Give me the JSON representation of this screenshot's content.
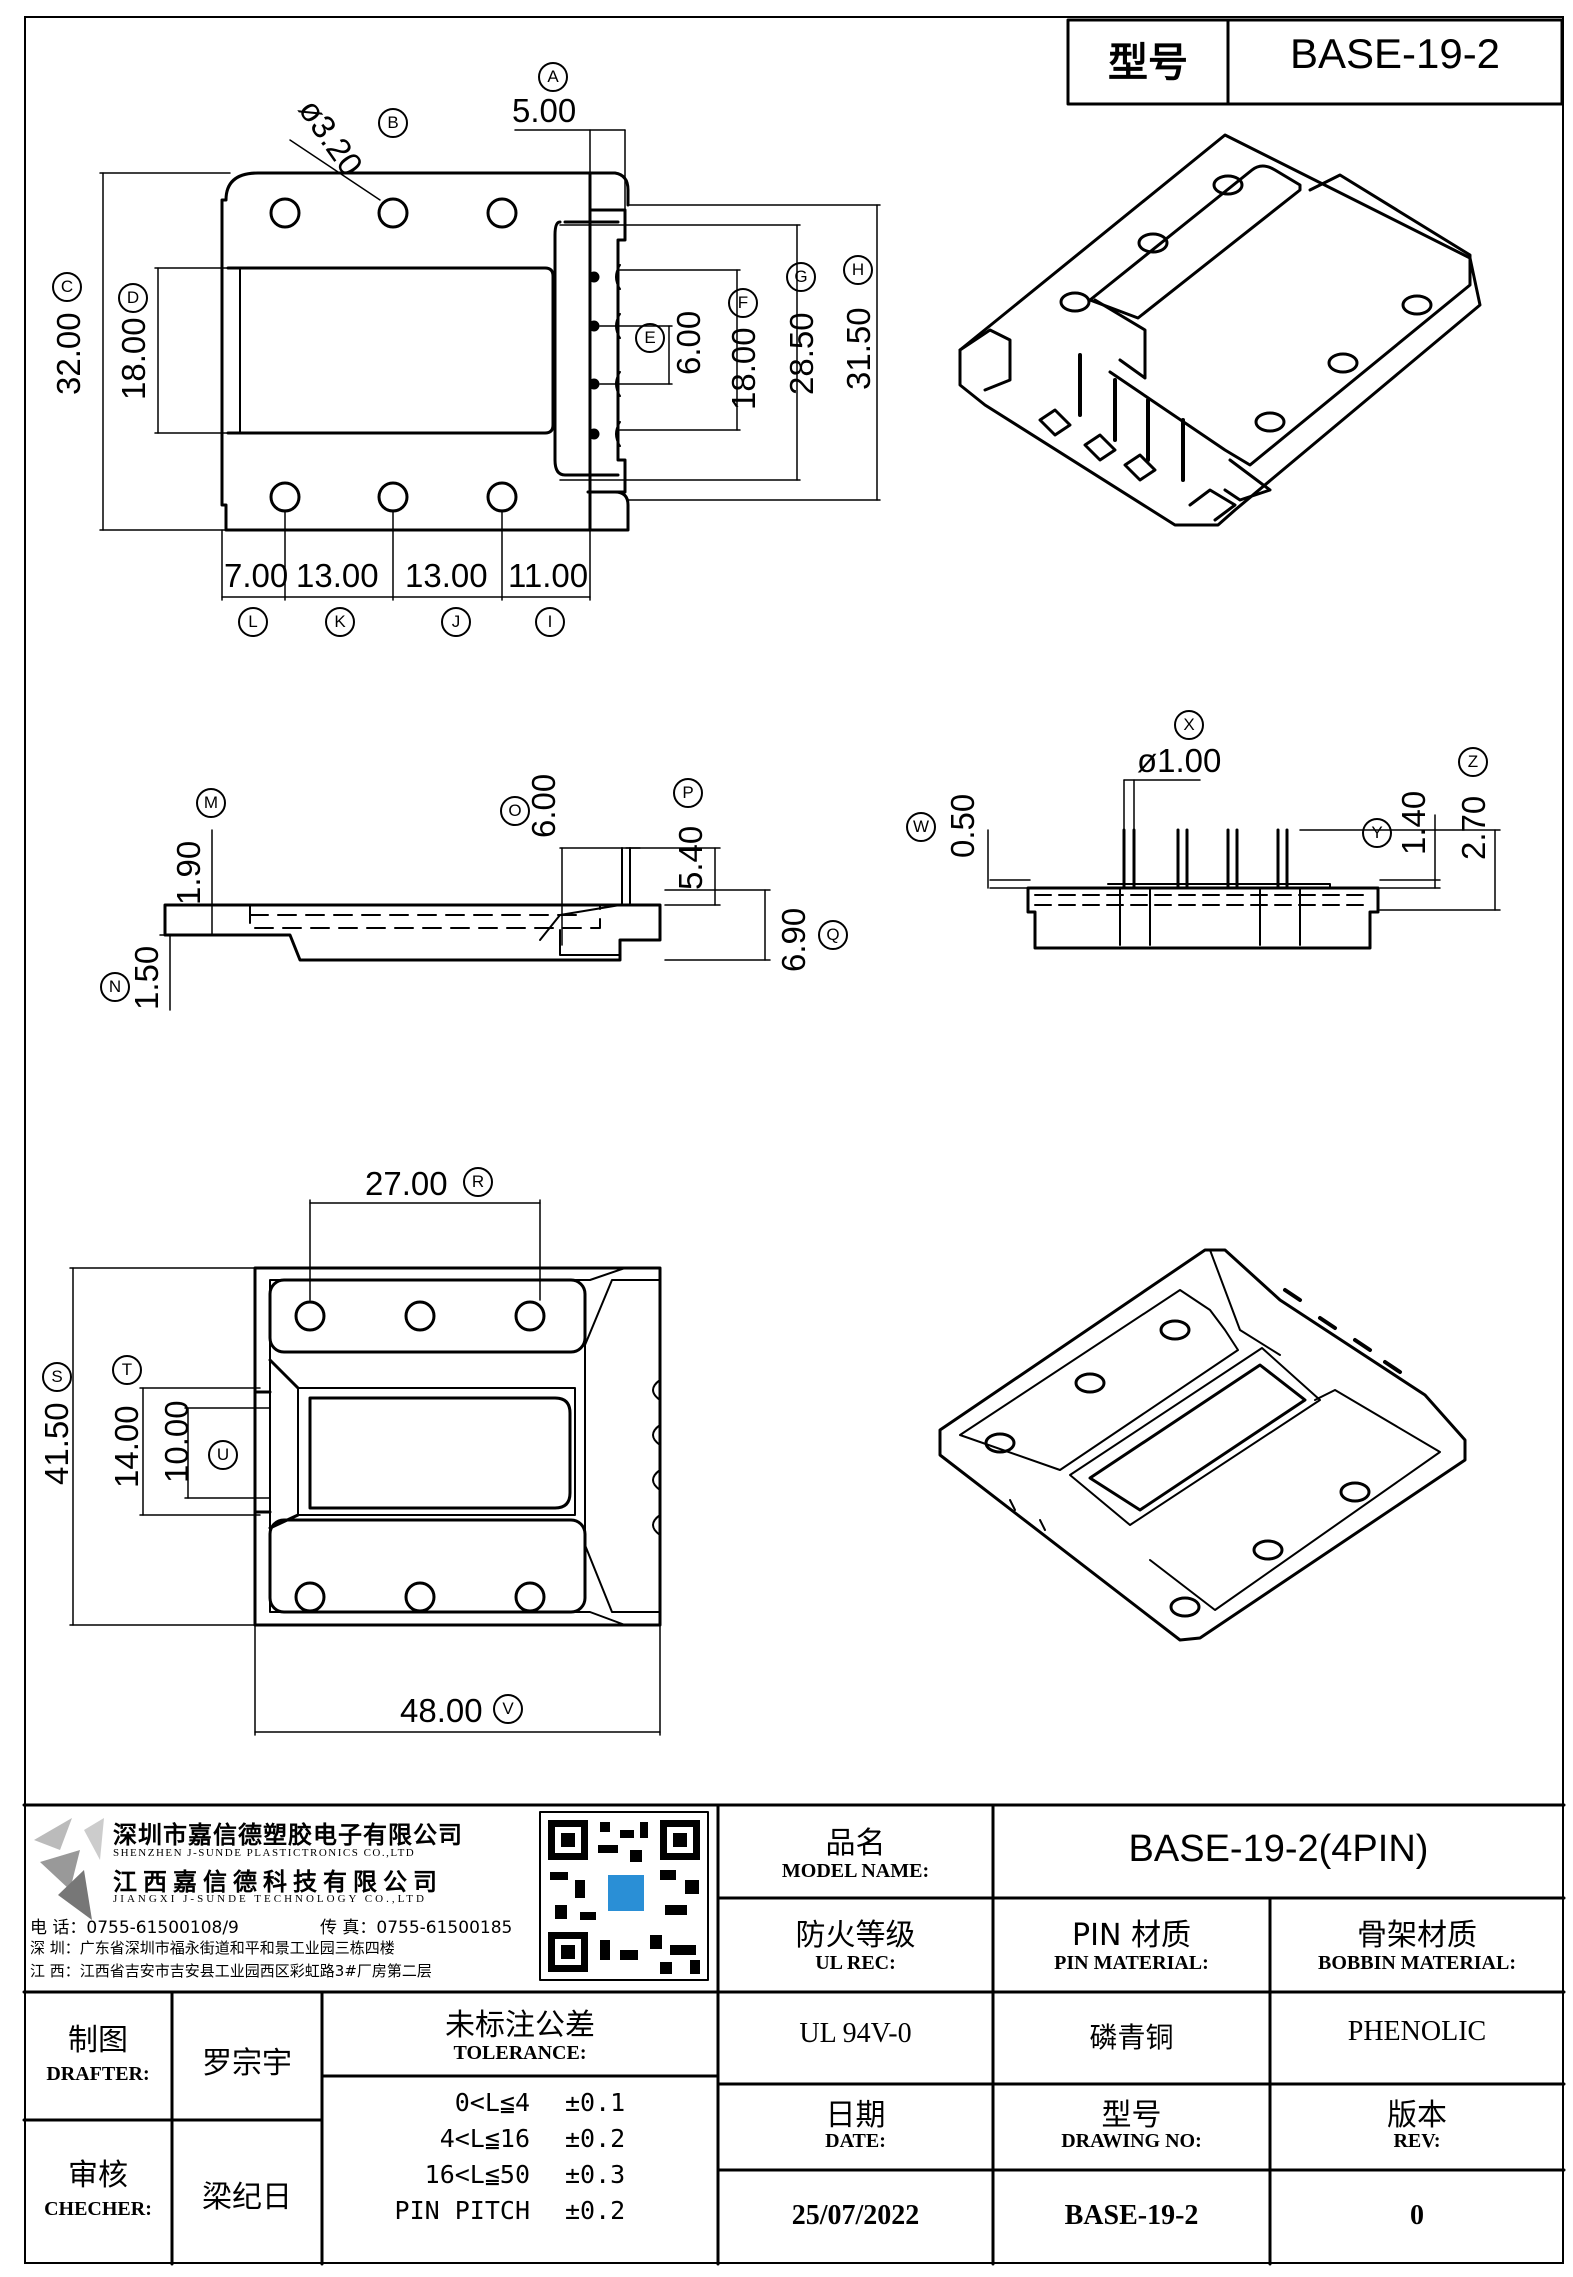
{
  "header": {
    "model_label": "型号",
    "model_value": "BASE-19-2"
  },
  "top_view": {
    "dims": [
      {
        "id": "A",
        "value": "5.00"
      },
      {
        "id": "B",
        "value": "ø3.20"
      },
      {
        "id": "C",
        "value": "32.00"
      },
      {
        "id": "D",
        "value": "18.00"
      },
      {
        "id": "E",
        "value": "6.00"
      },
      {
        "id": "F",
        "value": "18.00"
      },
      {
        "id": "G",
        "value": "28.50"
      },
      {
        "id": "H",
        "value": "31.50"
      },
      {
        "id": "L",
        "value": "7.00"
      },
      {
        "id": "K",
        "value": "13.00"
      },
      {
        "id": "J",
        "value": "13.00"
      },
      {
        "id": "I",
        "value": "11.00"
      }
    ]
  },
  "side_view": {
    "dims": [
      {
        "id": "M",
        "value": "1.90"
      },
      {
        "id": "N",
        "value": "1.50"
      },
      {
        "id": "O",
        "value": "6.00"
      },
      {
        "id": "P",
        "value": "5.40"
      },
      {
        "id": "Q",
        "value": "6.90"
      }
    ]
  },
  "end_view": {
    "dims": [
      {
        "id": "X",
        "value": "ø1.00"
      },
      {
        "id": "W",
        "value": "0.50"
      },
      {
        "id": "Y",
        "value": "1.40"
      },
      {
        "id": "Z",
        "value": "2.70"
      }
    ]
  },
  "bottom_view": {
    "dims": [
      {
        "id": "R",
        "value": "27.00"
      },
      {
        "id": "S",
        "value": "41.50"
      },
      {
        "id": "T",
        "value": "14.00"
      },
      {
        "id": "U",
        "value": "10.00"
      },
      {
        "id": "V",
        "value": "48.00"
      }
    ]
  },
  "company": {
    "name_cn_1": "深圳市嘉信德塑胶电子有限公司",
    "name_en_1": "SHENZHEN J-SUNDE PLASTICTRONICS CO.,LTD",
    "name_cn_2": "江西嘉信德科技有限公司",
    "name_en_2": "JIANGXI J-SUNDE TECHNOLOGY CO.,LTD",
    "phone": "电 话：0755-61500108/9",
    "fax": "传 真：0755-61500185",
    "addr_sz": "深 圳：广东省深圳市福永街道和平和景工业园三栋四楼",
    "addr_jx": "江 西：江西省吉安市吉安县工业园西区彩虹路3#厂房第二层"
  },
  "title_block": {
    "model_name_cn": "品名",
    "model_name_en": "MODEL NAME:",
    "model_name_value": "BASE-19-2(4PIN)",
    "ul_cn": "防火等级",
    "ul_en": "UL REC:",
    "ul_value": "UL 94V-0",
    "pin_cn": "PIN 材质",
    "pin_en": "PIN MATERIAL:",
    "pin_value": "磷青铜",
    "bobbin_cn": "骨架材质",
    "bobbin_en": "BOBBIN MATERIAL:",
    "bobbin_value": "PHENOLIC",
    "drafter_cn": "制图",
    "drafter_en": "DRAFTER:",
    "drafter_value": "罗宗宇",
    "checker_cn": "审核",
    "checker_en": "CHECHER:",
    "checker_value": "梁纪日",
    "tol_cn": "未标注公差",
    "tol_en": "TOLERANCE:",
    "tolerances": [
      {
        "range": "0<L≦4",
        "value": "±0.1"
      },
      {
        "range": "4<L≦16",
        "value": "±0.2"
      },
      {
        "range": "16<L≦50",
        "value": "±0.3"
      },
      {
        "range": "PIN PITCH",
        "value": "±0.2"
      }
    ],
    "date_cn": "日期",
    "date_en": "DATE:",
    "date_value": "25/07/2022",
    "drawing_cn": "型号",
    "drawing_en": "DRAWING NO:",
    "drawing_value": "BASE-19-2",
    "rev_cn": "版本",
    "rev_en": "REV:",
    "rev_value": "0"
  }
}
